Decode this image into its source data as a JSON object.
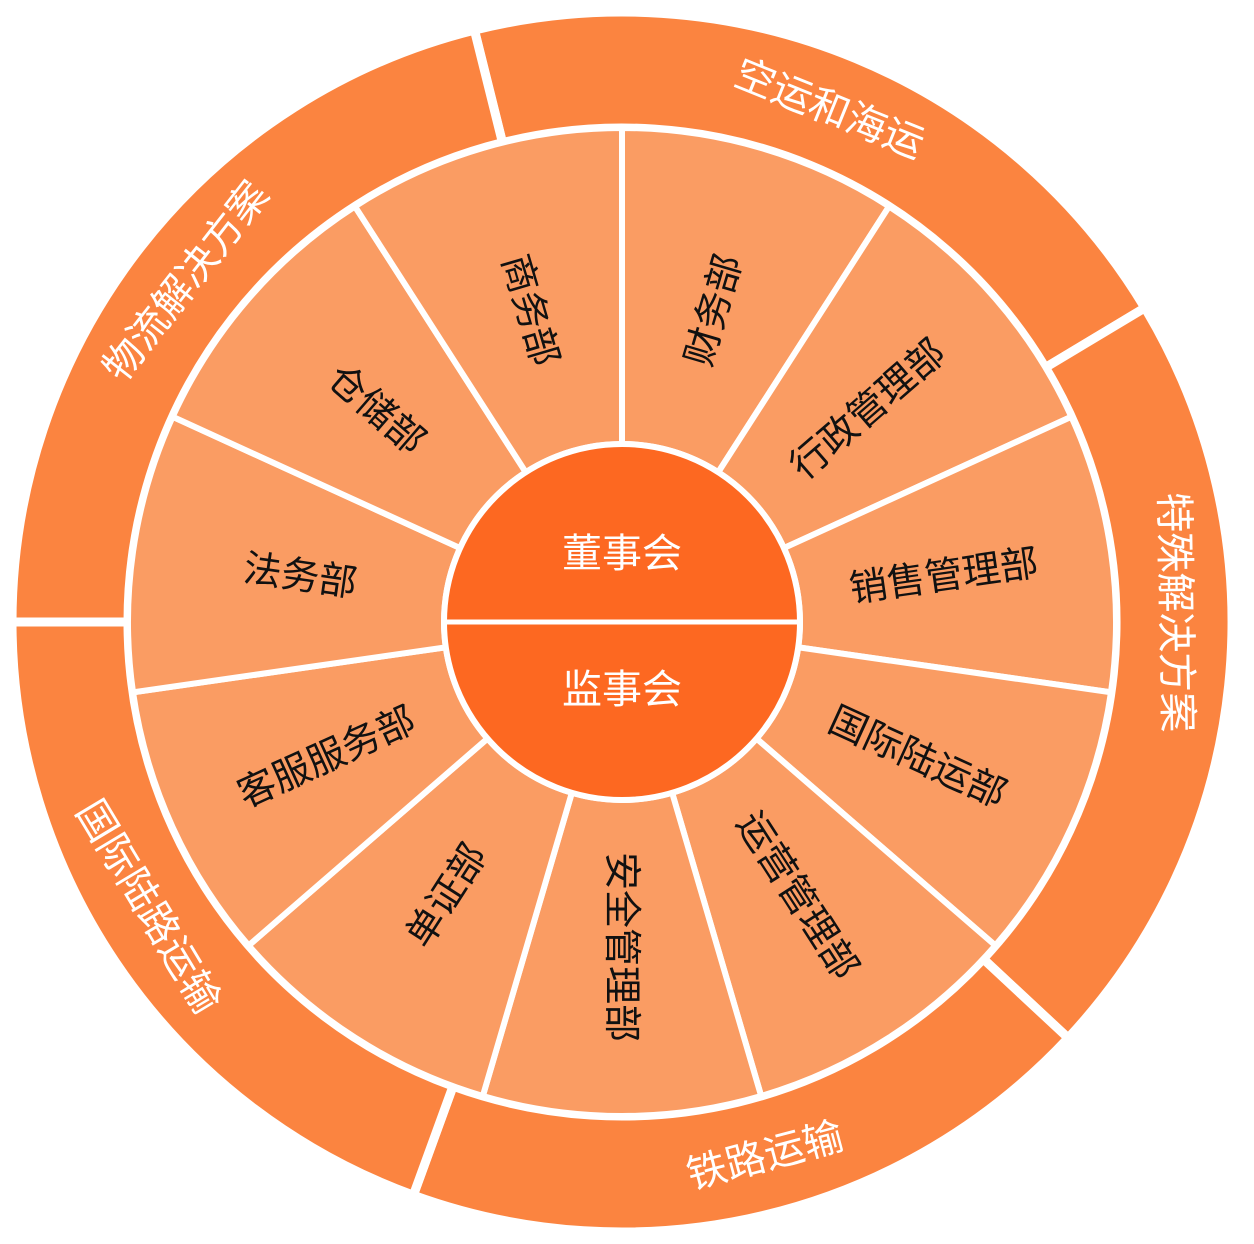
{
  "colors": {
    "outer_ring": "#fb8440",
    "middle_ring": "#fa9c63",
    "core": "#fd6821",
    "divider": "#ffffff",
    "dept_text": "#111111",
    "ring_text": "#ffffff"
  },
  "core": {
    "top": "董事会",
    "bottom": "监事会"
  },
  "outer_ring": [
    "空运和海运",
    "特殊解决方案",
    "铁路运输",
    "国际陆路运输",
    "物流解决方案"
  ],
  "departments": [
    "财务部",
    "行政管理部",
    "销售管理部",
    "国际陆运部",
    "运营管理部",
    "安全管理部",
    "单证部",
    "客服服务部",
    "法务部",
    "仓储部",
    "商务部"
  ]
}
